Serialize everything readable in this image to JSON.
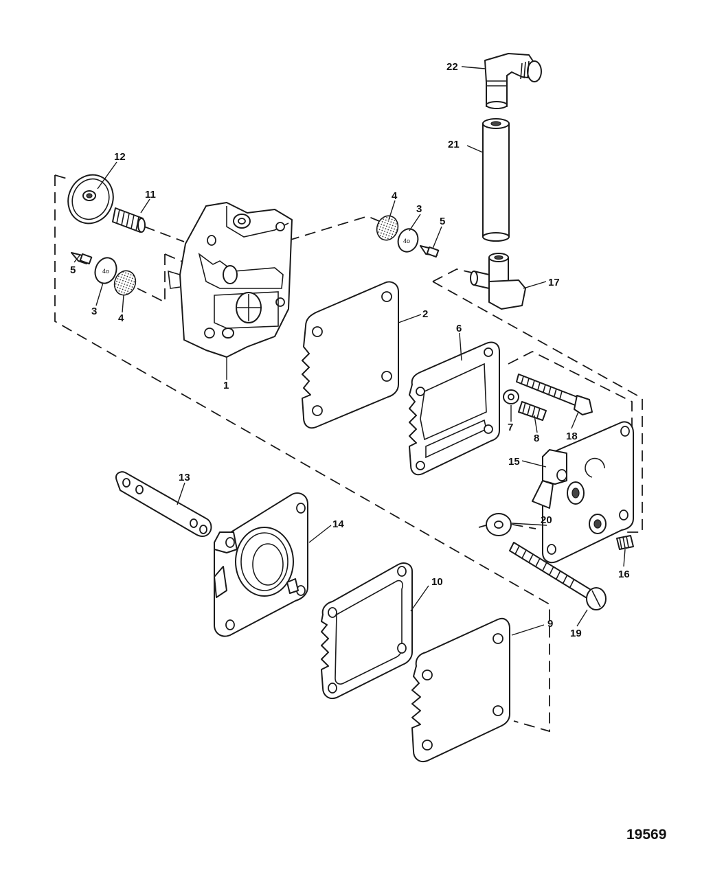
{
  "figure_number": "19569",
  "callouts": {
    "c1": "1",
    "c2": "2",
    "c3a": "3",
    "c3b": "3",
    "c4a": "4",
    "c4b": "4",
    "c5a": "5",
    "c5b": "5",
    "c6": "6",
    "c7": "7",
    "c8": "8",
    "c9": "9",
    "c10": "10",
    "c11": "11",
    "c12": "12",
    "c13": "13",
    "c14": "14",
    "c15": "15",
    "c16": "16",
    "c17": "17",
    "c18": "18",
    "c19": "19",
    "c20": "20",
    "c21": "21",
    "c22": "22"
  }
}
